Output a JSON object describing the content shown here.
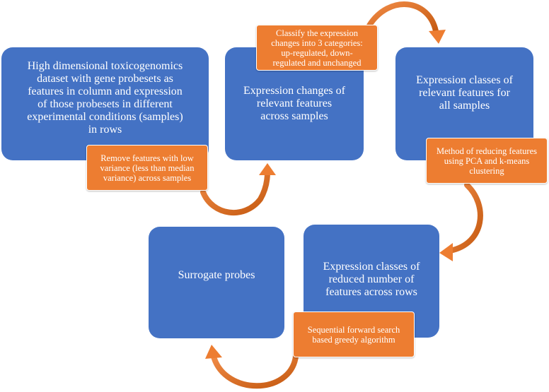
{
  "colors": {
    "box": "#4472c4",
    "note": "#ed7d31",
    "arrow": "#ed7d31",
    "arrow_shadow": "#c55a11"
  },
  "boxes": {
    "dataset": "High dimensional toxicogenomics\ndataset with gene probesets as\nfeatures  in column and expression\nof those probesets in  different\nexperimental conditions (samples)\nin rows",
    "expression_changes": "Expression changes of\nrelevant features\nacross samples",
    "expression_classes_all": "Expression classes of\nrelevant features for\nall samples",
    "expression_classes_reduced": "Expression classes of\nreduced number of\nfeatures across rows",
    "surrogate_probes": "Surrogate probes"
  },
  "notes": {
    "remove_features": "Remove features with low\nvariance (less than median\nvariance) across samples",
    "classify": "Classify the expression\nchanges into 3 categories:\nup-regulated, down-\nregulated and unchanged",
    "reduce_features": "Method of reducing features\nusing PCA and k-means\nclustering",
    "forward_search": "Sequential forward search\nbased greedy algorithm"
  }
}
